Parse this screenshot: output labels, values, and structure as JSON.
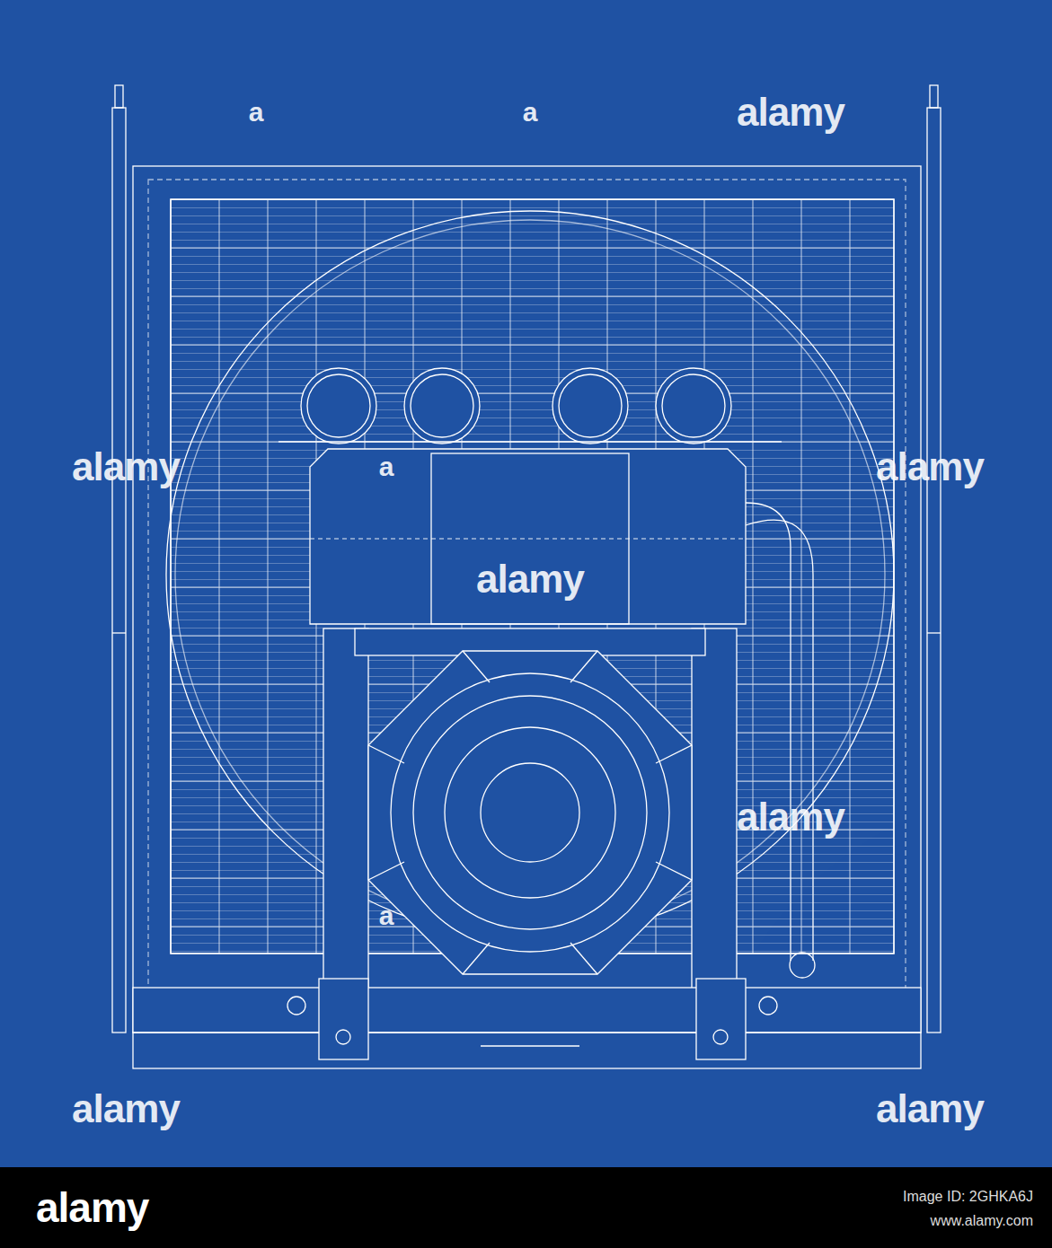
{
  "diagram": {
    "labels": [
      "a",
      "a",
      "alamy",
      "alamy",
      "a",
      "alamy",
      "alamy",
      "alamy",
      "a",
      "alamy",
      "alamy",
      "alamy",
      "Image ID: 2GHKA6J",
      "www.alamy.com"
    ]
  }
}
